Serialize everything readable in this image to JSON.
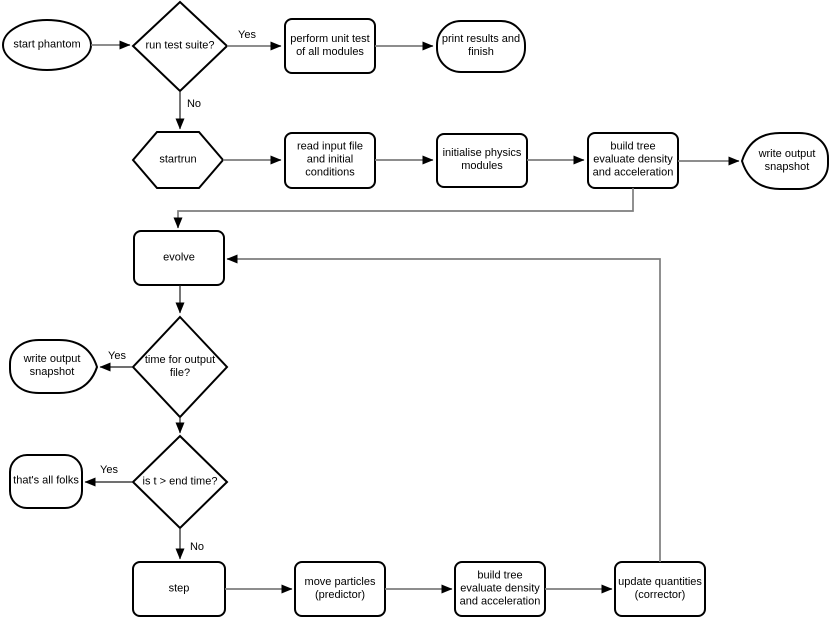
{
  "nodes": {
    "start_phantom": {
      "label": "start phantom",
      "type": "terminator"
    },
    "run_test_suite": {
      "label": "run test suite?",
      "type": "decision"
    },
    "perform_unit_test": {
      "label": "perform unit test\nof all modules",
      "type": "process"
    },
    "print_results": {
      "label": "print results and\nfinish",
      "type": "terminator"
    },
    "startrun": {
      "label": "startrun",
      "type": "preparation"
    },
    "read_input": {
      "label": "read input file\nand initial\nconditions",
      "type": "process"
    },
    "init_physics": {
      "label": "initialise physics\nmodules",
      "type": "process"
    },
    "build_tree_1": {
      "label": "build tree\nevaluate density\nand acceleration",
      "type": "process"
    },
    "write_output_1": {
      "label": "write output\nsnapshot",
      "type": "terminator"
    },
    "evolve": {
      "label": "evolve",
      "type": "process"
    },
    "time_for_output": {
      "label": "time for output\nfile?",
      "type": "decision"
    },
    "write_output_2": {
      "label": "write output\nsnapshot",
      "type": "terminator"
    },
    "is_end_time": {
      "label": "is t > end time?",
      "type": "decision"
    },
    "thats_all_folks": {
      "label": "that's all folks",
      "type": "terminator"
    },
    "step": {
      "label": "step",
      "type": "process"
    },
    "move_particles": {
      "label": "move particles\n(predictor)",
      "type": "process"
    },
    "build_tree_2": {
      "label": "build tree\nevaluate density\nand acceleration",
      "type": "process"
    },
    "update_quantities": {
      "label": "update quantities\n(corrector)",
      "type": "process"
    }
  },
  "edge_labels": {
    "yes_run_test": "Yes",
    "no_run_test": "No",
    "yes_time_for_output": "Yes",
    "yes_is_end_time": "Yes",
    "no_is_end_time": "No"
  },
  "colors": {
    "background": "#ffffff",
    "node_border": "#000000",
    "edge_gray": "#7d7d7d",
    "edge_dark": "#1a1a1a",
    "arrowhead": "#000000",
    "text": "#000000"
  }
}
